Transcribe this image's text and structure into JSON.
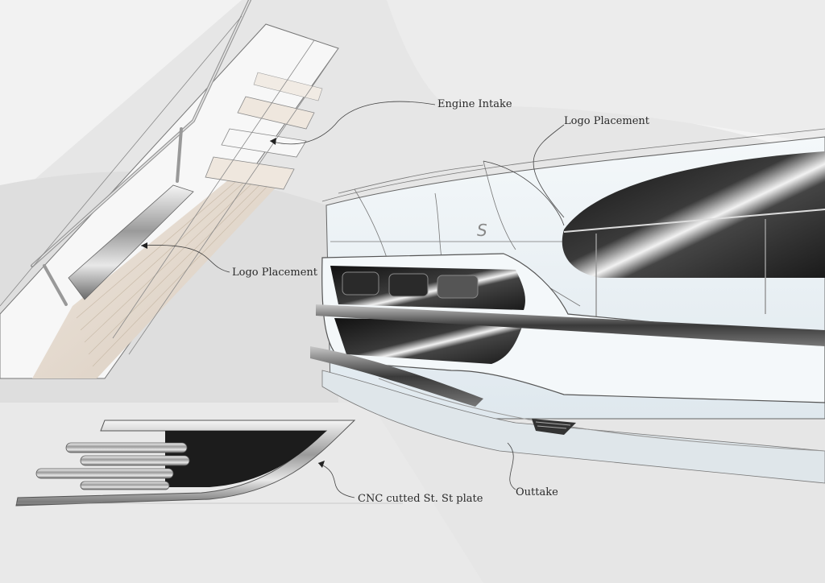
{
  "labels": {
    "engine_intake": "Engine Intake",
    "logo_placement_top": "Logo Placement",
    "logo_placement_deck": "Logo Placement",
    "cnc_plate": "CNC cutted St. St plate",
    "outtake": "Outtake"
  },
  "hull_logo_text": "S",
  "colors": {
    "background": "#e6e6e6",
    "paper": "#f4f4f4",
    "deck_wood": "#e3d9cf",
    "hull_white": "#eef3f6",
    "dark_glass": "#1f1f1f",
    "steel": "#bdbdbd",
    "ink": "#333333"
  }
}
